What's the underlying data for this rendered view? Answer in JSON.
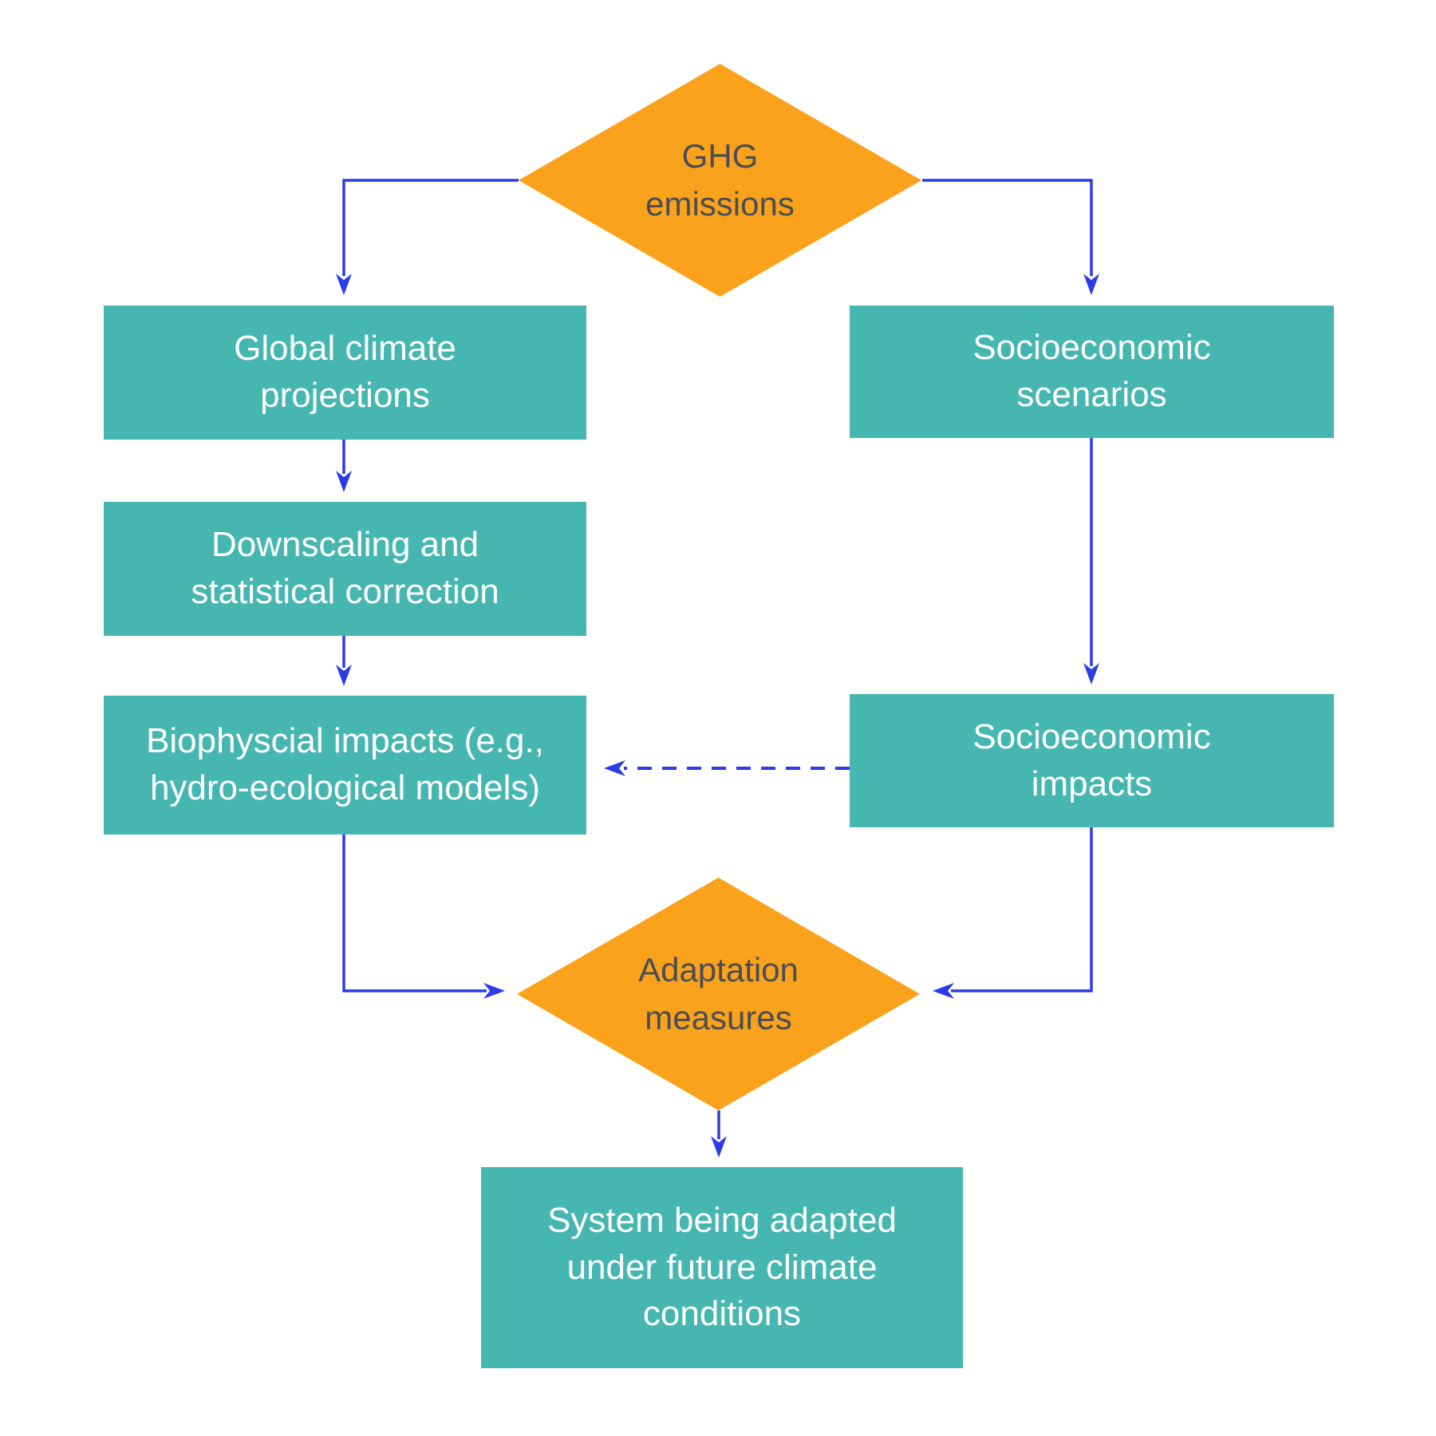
{
  "colors": {
    "diamond_fill": "#FAA21B",
    "box_fill": "#46B6B1",
    "arrow": "#2B3BE8",
    "diamond_text": "#4A4D54",
    "box_text": "#FFFFFF",
    "bg": "#FFFFFF"
  },
  "nodes": {
    "ghg": {
      "type": "decision",
      "label": "GHG\nemissions"
    },
    "global": {
      "type": "process",
      "label": "Global climate\nprojections"
    },
    "scenarios": {
      "type": "process",
      "label": "Socioeconomic\nscenarios"
    },
    "downscaling": {
      "type": "process",
      "label": "Downscaling and\nstatistical correction"
    },
    "biophysical": {
      "type": "process",
      "label": "Biophyscial impacts (e.g.,\nhydro-ecological models)"
    },
    "impacts": {
      "type": "process",
      "label": "Socioeconomic\nimpacts"
    },
    "adaptation": {
      "type": "decision",
      "label": "Adaptation\nmeasures"
    },
    "system": {
      "type": "process",
      "label": "System being adapted\nunder future climate\nconditions"
    }
  },
  "connectors": [
    {
      "from": "ghg",
      "to": "global",
      "style": "solid"
    },
    {
      "from": "ghg",
      "to": "scenarios",
      "style": "solid"
    },
    {
      "from": "global",
      "to": "downscaling",
      "style": "solid"
    },
    {
      "from": "downscaling",
      "to": "biophysical",
      "style": "solid"
    },
    {
      "from": "scenarios",
      "to": "impacts",
      "style": "solid"
    },
    {
      "from": "biophysical",
      "to": "adaptation",
      "style": "solid"
    },
    {
      "from": "impacts",
      "to": "adaptation",
      "style": "solid"
    },
    {
      "from": "impacts",
      "to": "biophysical",
      "style": "dashed"
    },
    {
      "from": "adaptation",
      "to": "system",
      "style": "solid"
    }
  ]
}
